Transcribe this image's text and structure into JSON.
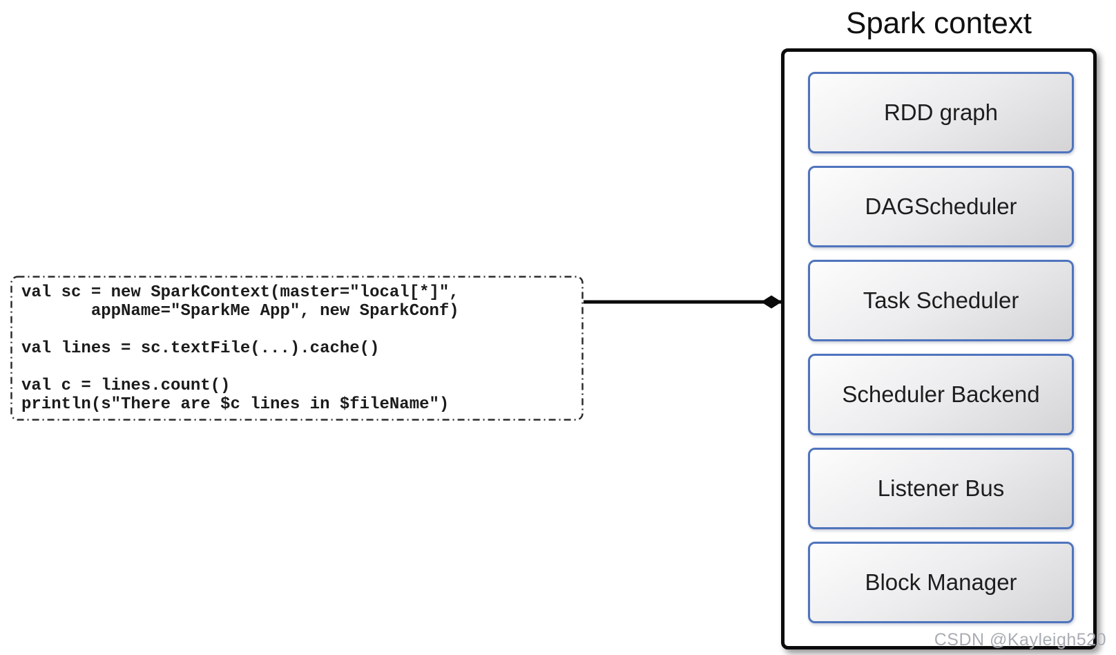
{
  "code_block": {
    "lines": [
      "val sc = new SparkContext(master=\"local[*]\",",
      "       appName=\"SparkMe App\", new SparkConf)",
      "",
      "val lines = sc.textFile(...).cache()",
      "",
      "val c = lines.count()",
      "println(s\"There are $c lines in $fileName\")"
    ]
  },
  "spark_context": {
    "title": "Spark context",
    "components": [
      "RDD graph",
      "DAGScheduler",
      "Task Scheduler",
      "Scheduler Backend",
      "Listener Bus",
      "Block Manager"
    ]
  },
  "watermark": "CSDN @Kayleigh520",
  "colors": {
    "component_border": "#4f74bd",
    "component_fill_start": "#fdfdfd",
    "component_fill_end": "#d4d4d7",
    "container_border": "#0b0b0b",
    "connector": "#0a0a0a",
    "code_text": "#1b1b1b",
    "watermark_text": "#9499a0"
  }
}
